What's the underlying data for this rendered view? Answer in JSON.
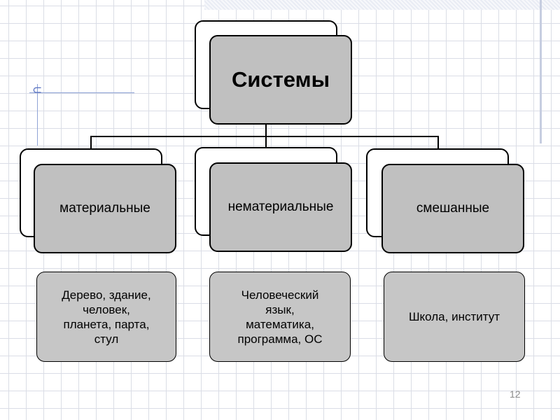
{
  "root": {
    "title": "Системы"
  },
  "categories": [
    {
      "label": "материальные",
      "examples": "Дерево, здание,\nчеловек,\nпланета, парта,\nстул"
    },
    {
      "label": "нематериальные",
      "examples": "Человеческий\nязык,\nматематика,\nпрограмма, ОС"
    },
    {
      "label": "смешанные",
      "examples": "Школа, институт"
    }
  ],
  "slide_number": "12"
}
